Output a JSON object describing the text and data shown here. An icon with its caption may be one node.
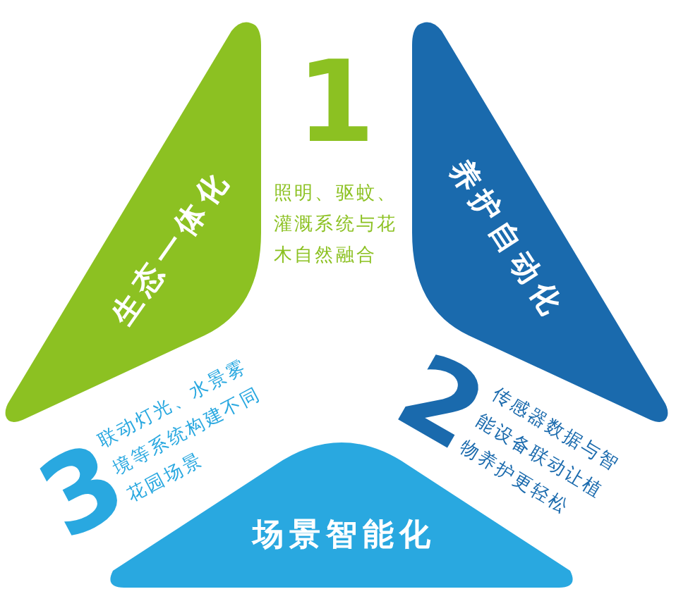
{
  "diagram": {
    "nodes": [
      {
        "text": [
          "生态一体化"
        ],
        "beside": [
          "1",
          "照明、驱蚊、灌溉系统与花木自然融合"
        ]
      },
      {
        "text": [
          "养护自动化"
        ],
        "beside": [
          "2",
          "传感器数据与智能设备联动让植物养护更轻松"
        ]
      },
      {
        "text": [
          "场景智能化"
        ],
        "beside": [
          "3",
          "联动灯光、水景雾境等系统构建不同花园场景"
        ]
      }
    ]
  }
}
